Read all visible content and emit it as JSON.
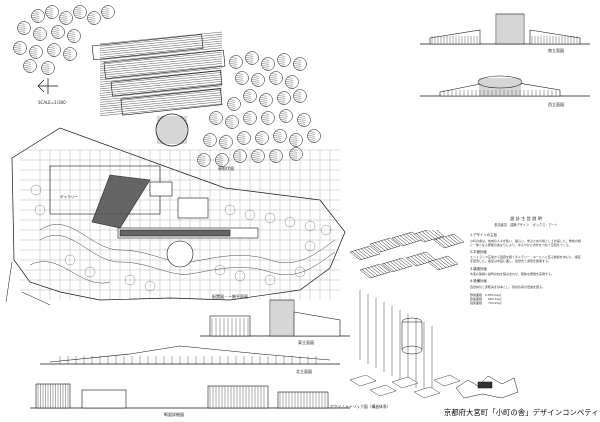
{
  "board": {
    "title": "京都府大宮町「小町の舎」デザインコンペティション",
    "background": "#ffffff",
    "ink": "#111111"
  },
  "labels": {
    "scale": "SCALE=1/300",
    "roof_plan": "屋根伏図",
    "site_plan": "配置図・一階平面図",
    "south_elev": "南立面図",
    "west_elev": "西立面図",
    "east_elev": "東立面図",
    "north_elev": "北立面図",
    "section": "断面詳細図",
    "axon": "アクソノメトリック図（構造体系）",
    "site_plan_room": "ギャラリー"
  },
  "notes": {
    "heading": "設 計 主 旨 説 明",
    "subtitle": "参加者名　建築デザイン　ボックス・アート",
    "sections": [
      {
        "head": "1.デザインの主旨",
        "body": "小町の舎は、地域の人々が集い、語らい、学ぶための場として計画した。敷地の緑と一体となる屋根の連なりにより、ゆるやかに内外をつなぐ空間をつくる。"
      },
      {
        "head": "2.平面計画",
        "body": "エントランス広場から回廊を経てギャラリー、ホールへと至る動線を中心に、諸室を配置した。各室は中庭に面し、自然光と通風を確保する。"
      },
      {
        "head": "3.構造計画",
        "body": "木造の架構と鉄骨の柱を組み合わせ、軽快な屋根を実現する。"
      },
      {
        "head": "4.設備計画",
        "body": "自然換気と床暖房を基本とし、環境負荷の低減を図る。"
      }
    ],
    "areas": [
      "敷地面積　2,850.00㎡",
      "建築面積　　682.50㎡",
      "延床面積　　794.20㎡"
    ]
  }
}
